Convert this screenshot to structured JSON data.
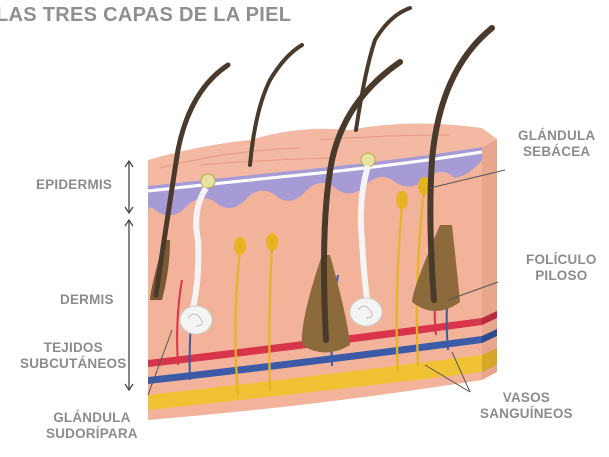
{
  "title": "LAS TRES CAPAS DE LA PIEL",
  "labels": {
    "epidermis": "EPIDERMIS",
    "dermis": "DERMIS",
    "tejidos": [
      "TEJIDOS",
      "SUBCUTÁNEOS"
    ],
    "glandula_sudoripara": [
      "GLÁNDULA",
      "SUDORÍPARA"
    ],
    "glandula_sebacea": [
      "GLÁNDULA",
      "SEBÁCEA"
    ],
    "foliculo_piloso": [
      "FOLÍCULO",
      "PILOSO"
    ],
    "vasos_sanguineos": [
      "VASOS",
      "SANGUÍNEOS"
    ]
  },
  "colors": {
    "label_text": "#8c8c8c",
    "skin_top": "#f3b9a3",
    "epidermis_band": "#a69bd4",
    "dermis": "#f2b39a",
    "hair": "#4a3a2c",
    "artery": "#d8344a",
    "vein": "#3b5aa8",
    "fat_yellow": "#f0c233",
    "gland_white": "#f4f4f4"
  }
}
